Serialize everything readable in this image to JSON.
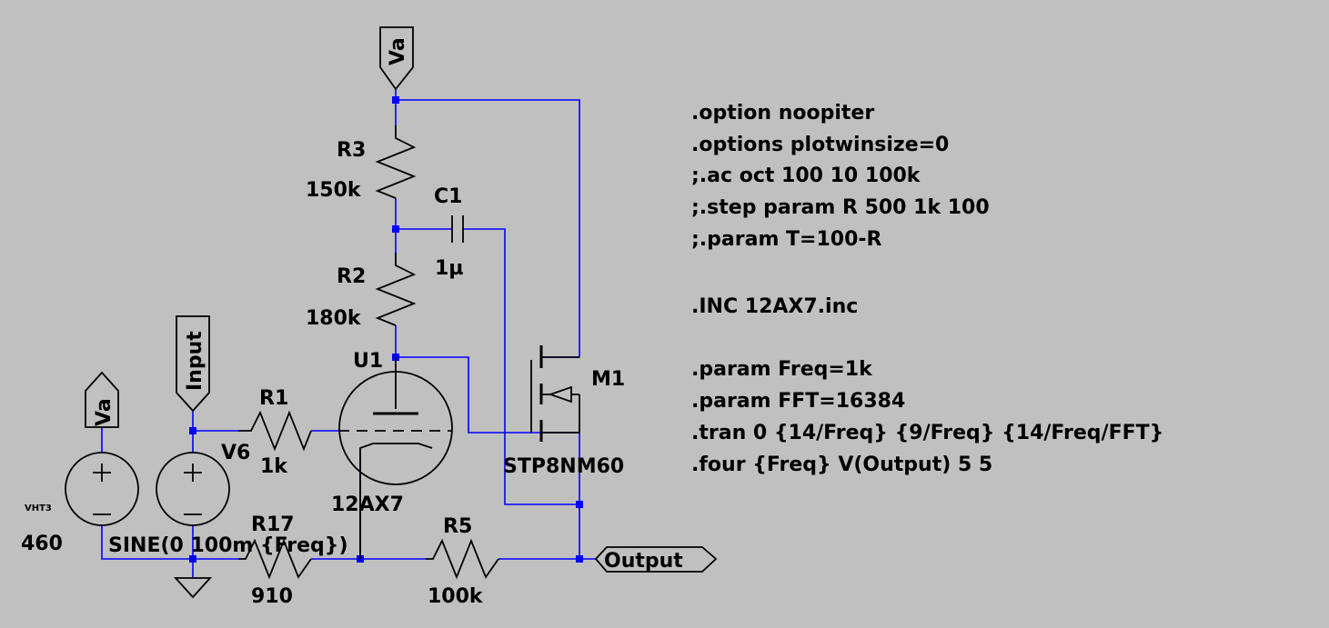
{
  "components": {
    "R3": {
      "name": "R3",
      "value": "150k"
    },
    "R2": {
      "name": "R2",
      "value": "180k"
    },
    "R1": {
      "name": "R1",
      "value": "1k"
    },
    "R17": {
      "name": "R17",
      "value": "910"
    },
    "R5": {
      "name": "R5",
      "value": "100k"
    },
    "C1": {
      "name": "C1",
      "value": "1µ"
    },
    "U1": {
      "name": "U1",
      "value": "12AX7"
    },
    "M1": {
      "name": "M1",
      "value": "STP8NM60"
    },
    "V6": {
      "name": "V6",
      "value": "SINE(0 100m {Freq})"
    },
    "VHT3": {
      "name": "VHT3",
      "value": "460"
    }
  },
  "net_labels": {
    "va_top": "Va",
    "va_left": "Va",
    "input": "Input",
    "output": "Output"
  },
  "directives": [
    ".option noopiter",
    ".options plotwinsize=0",
    ";.ac oct 100 10 100k",
    ";.step param R 500 1k 100",
    ";.param T=100-R",
    "",
    ".INC 12AX7.inc",
    "",
    ".param Freq=1k",
    ".param FFT=16384",
    ".tran 0 {14/Freq} {9/Freq} {14/Freq/FFT}",
    ".four {Freq} V(Output) 5 5"
  ]
}
